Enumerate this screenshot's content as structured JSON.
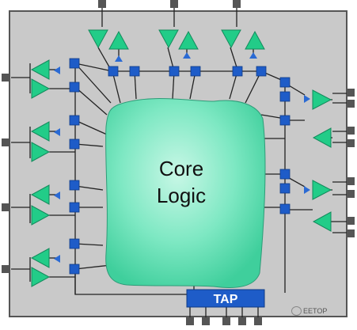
{
  "core": {
    "line1": "Core",
    "line2": "Logic"
  },
  "tap": {
    "label": "TAP"
  },
  "watermark": {
    "text": "EETOP",
    "icon": "wechat-icon"
  },
  "colors": {
    "die_fill": "#c9c9c9",
    "die_border": "#555555",
    "core_fill": "#5fe0b0",
    "buffer_green": "#22cc88",
    "boundary_cell_blue": "#1e5cc8",
    "arrow_blue": "#2a6ad4",
    "pad_gray": "#555555",
    "tap_fill": "#1e5cc8",
    "wire": "#222222"
  }
}
